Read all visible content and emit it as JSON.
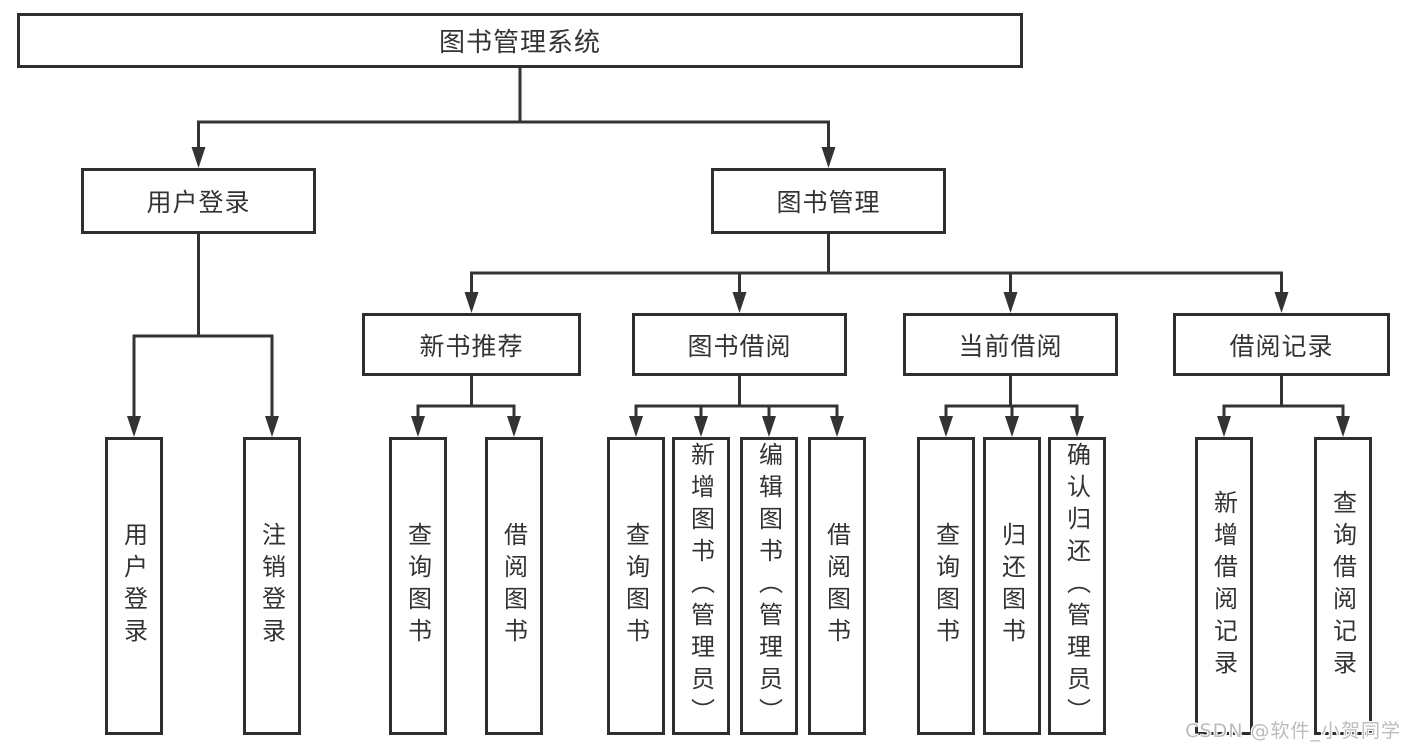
{
  "page": {
    "background": "#ffffff",
    "watermark": "CSDN @软件_小贺同学"
  },
  "colors": {
    "box_border": "#2e2e2e",
    "connector_line": "#333333",
    "text": "#333333",
    "watermark_text": "#bdbdbd"
  },
  "diagram_type": "hierarchy-tree",
  "tree": {
    "label": "图书管理系统",
    "children": [
      {
        "label": "用户登录",
        "children": [
          {
            "label": "用户登录"
          },
          {
            "label": "注销登录"
          }
        ]
      },
      {
        "label": "图书管理",
        "children": [
          {
            "label": "新书推荐",
            "children": [
              {
                "label": "查询图书"
              },
              {
                "label": "借阅图书"
              }
            ]
          },
          {
            "label": "图书借阅",
            "children": [
              {
                "label": "查询图书"
              },
              {
                "label": "新增图书（管理员）"
              },
              {
                "label": "编辑图书（管理员）"
              },
              {
                "label": "借阅图书"
              }
            ]
          },
          {
            "label": "当前借阅",
            "children": [
              {
                "label": "查询图书"
              },
              {
                "label": "归还图书"
              },
              {
                "label": "确认归还（管理员）"
              }
            ]
          },
          {
            "label": "借阅记录",
            "children": [
              {
                "label": "新增借阅记录"
              },
              {
                "label": "查询借阅记录"
              }
            ]
          }
        ]
      }
    ]
  }
}
